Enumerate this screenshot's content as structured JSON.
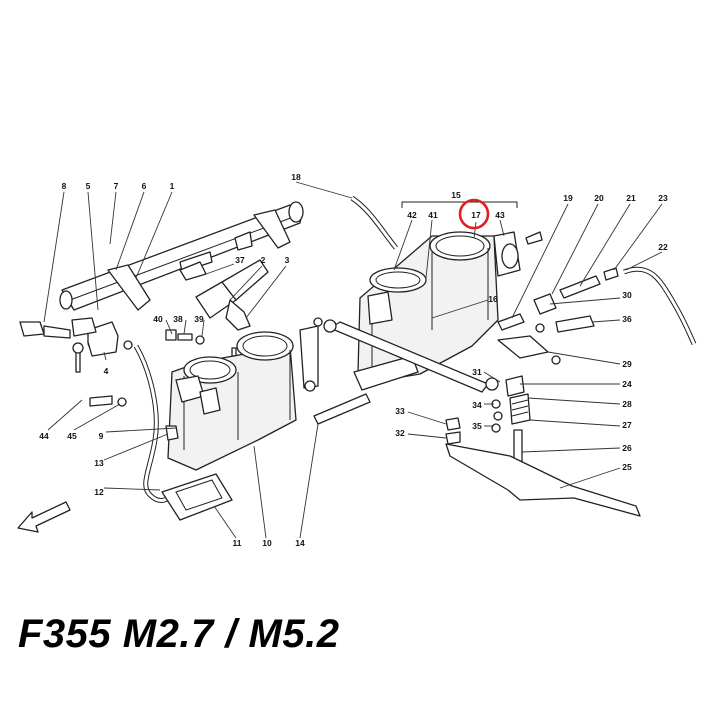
{
  "caption": "F355 M2.7 / M5.2",
  "highlight_color": "#e0201b",
  "highlighted_callout": "17",
  "callouts": {
    "c1": "1",
    "c2": "2",
    "c3": "3",
    "c4": "4",
    "c5": "5",
    "c6": "6",
    "c7": "7",
    "c8": "8",
    "c9": "9",
    "c10": "10",
    "c11": "11",
    "c12": "12",
    "c13": "13",
    "c14": "14",
    "c15": "15",
    "c16": "16",
    "c17": "17",
    "c18": "18",
    "c19": "19",
    "c20": "20",
    "c21": "21",
    "c22": "22",
    "c23": "23",
    "c24": "24",
    "c25": "25",
    "c26": "26",
    "c27": "27",
    "c28": "28",
    "c29": "29",
    "c30": "30",
    "c31": "31",
    "c32": "32",
    "c33": "33",
    "c34": "34",
    "c35": "35",
    "c36": "36",
    "c37": "37",
    "c38": "38",
    "c39": "39",
    "c40": "40",
    "c41": "41",
    "c42": "42",
    "c43": "43",
    "c44": "44",
    "c45": "45"
  }
}
